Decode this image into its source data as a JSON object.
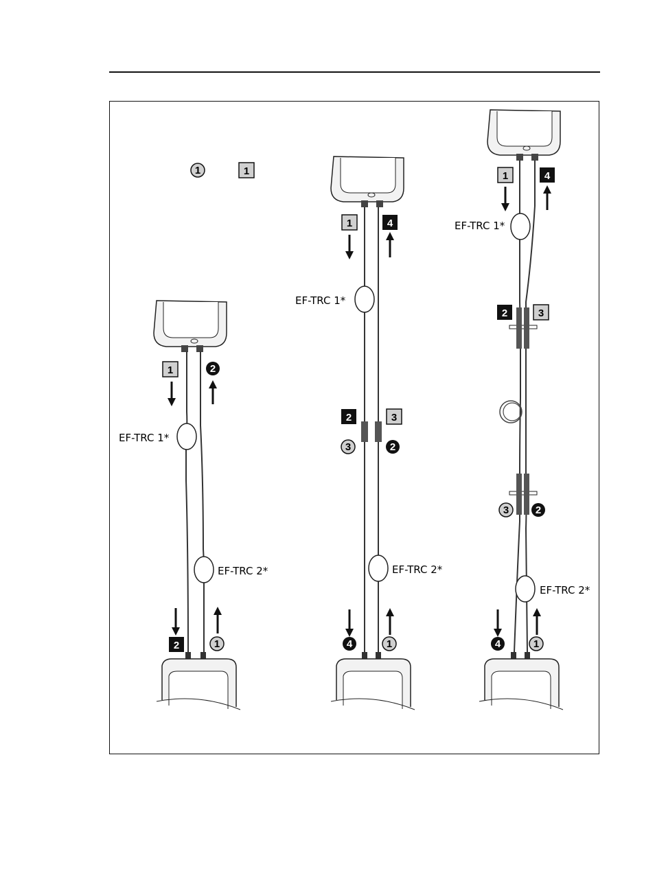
{
  "legend": {
    "circle_badge": "1",
    "square_badge": "1"
  },
  "diagrams": [
    {
      "cable_1": "EF-TRC 1*",
      "cable_2": "EF-TRC 2*",
      "top_badges": [
        "1",
        "2"
      ],
      "bottom_badges": [
        "2",
        "1"
      ]
    },
    {
      "cable_1": "EF-TRC 1*",
      "cable_2": "EF-TRC 2*",
      "top_badges": [
        "1",
        "4"
      ],
      "mid_square_badges": [
        "2",
        "3"
      ],
      "mid_circle_badges": [
        "3",
        "2"
      ],
      "bottom_badges": [
        "4",
        "1"
      ]
    },
    {
      "cable_1": "EF-TRC 1*",
      "cable_2": "EF-TRC 2*",
      "top_badges": [
        "1",
        "4"
      ],
      "mid_square_badges": [
        "2",
        "3"
      ],
      "mid_circle_badges": [
        "3",
        "2"
      ],
      "bottom_badges": [
        "4",
        "1"
      ]
    }
  ]
}
